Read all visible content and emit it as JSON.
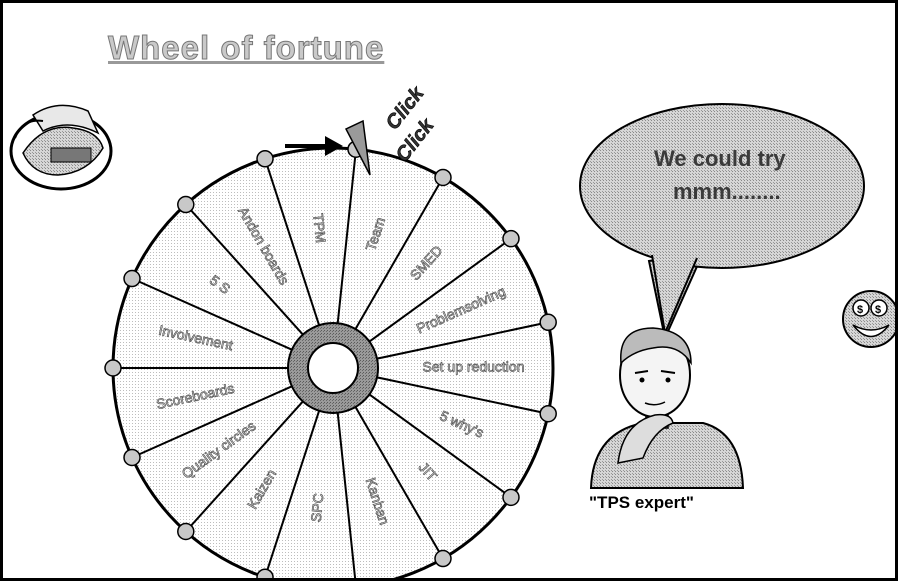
{
  "title": "Wheel of fortune",
  "click_texts": [
    "Click",
    "Click"
  ],
  "wheel": {
    "segments": [
      "Team",
      "SMED",
      "Problemsolving",
      "Set up reduction",
      "5 why's",
      "JIT",
      "Kanban",
      "SPC",
      "Kaizen",
      "Quality circles",
      "Scoreboards",
      "Involvement",
      "5 S",
      "Andon boards",
      "TPM"
    ]
  },
  "bubble": {
    "line1": "We could try",
    "line2": "mmm........"
  },
  "expert_label": "\"TPS expert\""
}
